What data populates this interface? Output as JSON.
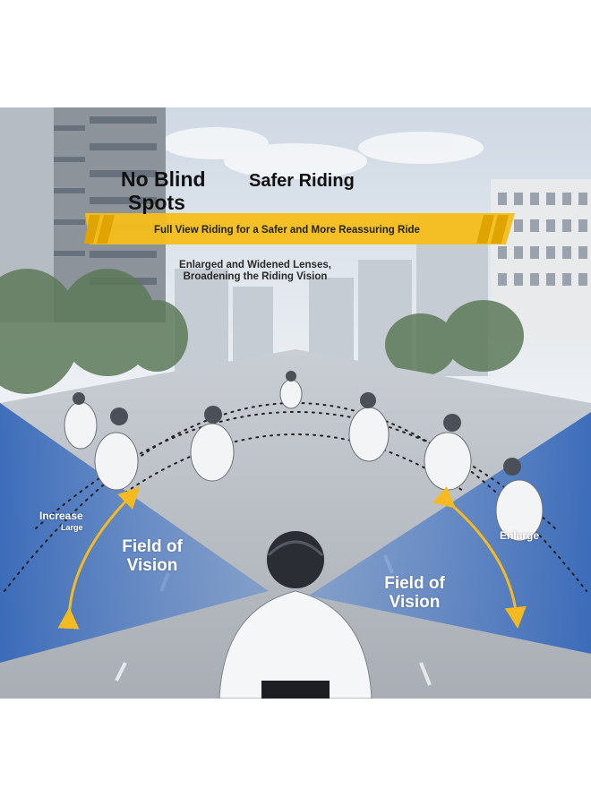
{
  "headline": {
    "left": [
      "No Blind",
      "Spots"
    ],
    "right": "Safer Riding"
  },
  "banner": {
    "text": "Full View Riding for a Safer and More Reassuring Ride",
    "color": "#F6BE1A"
  },
  "subtitle": {
    "line1": "Enlarged and Widened Lenses,",
    "line2": "Broadening the Riding Vision"
  },
  "left_side": {
    "label_line1": "Increase",
    "label_line2": "Large",
    "fov_line1": "Field of",
    "fov_line2": "Vision"
  },
  "right_side": {
    "label": "Enlarge",
    "fov_line1": "Field of",
    "fov_line2": "Vision"
  },
  "colors": {
    "field_of_vision": "#2F63B8",
    "arrow": "#F5B921",
    "sky": "#DCE4EC",
    "road": "#B7BCC4"
  }
}
